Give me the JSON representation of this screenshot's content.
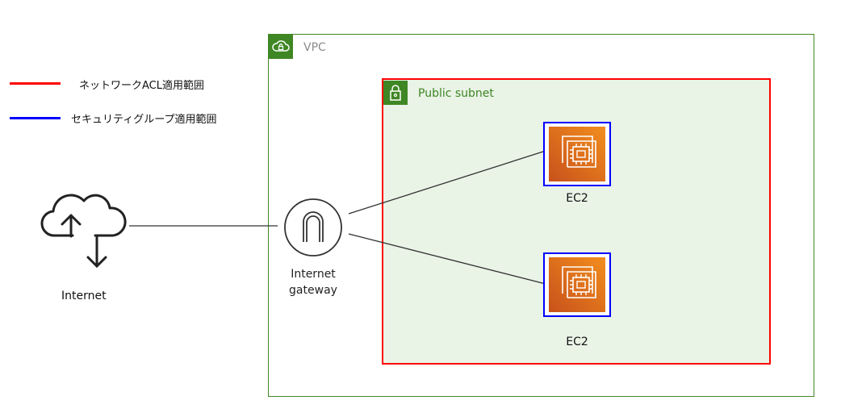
{
  "legend": {
    "nacl": {
      "label": "ネットワークACL適用範囲",
      "color": "#ff0000"
    },
    "sg": {
      "label": "セキュリティグループ適用範囲",
      "color": "#0000ff"
    }
  },
  "vpc": {
    "label": "VPC",
    "border_color": "#3f8624",
    "icon": "cloud-lock-icon"
  },
  "subnet": {
    "label": "Public subnet",
    "fill": "#e9f3e6",
    "icon": "lock-icon"
  },
  "internet": {
    "label": "Internet",
    "icon": "cloud-upload-download-icon"
  },
  "gateway": {
    "line1": "Internet",
    "line2": "gateway",
    "icon": "internet-gateway-icon"
  },
  "instances": [
    {
      "label": "EC2",
      "icon": "ec2-chip-icon"
    },
    {
      "label": "EC2",
      "icon": "ec2-chip-icon"
    }
  ]
}
